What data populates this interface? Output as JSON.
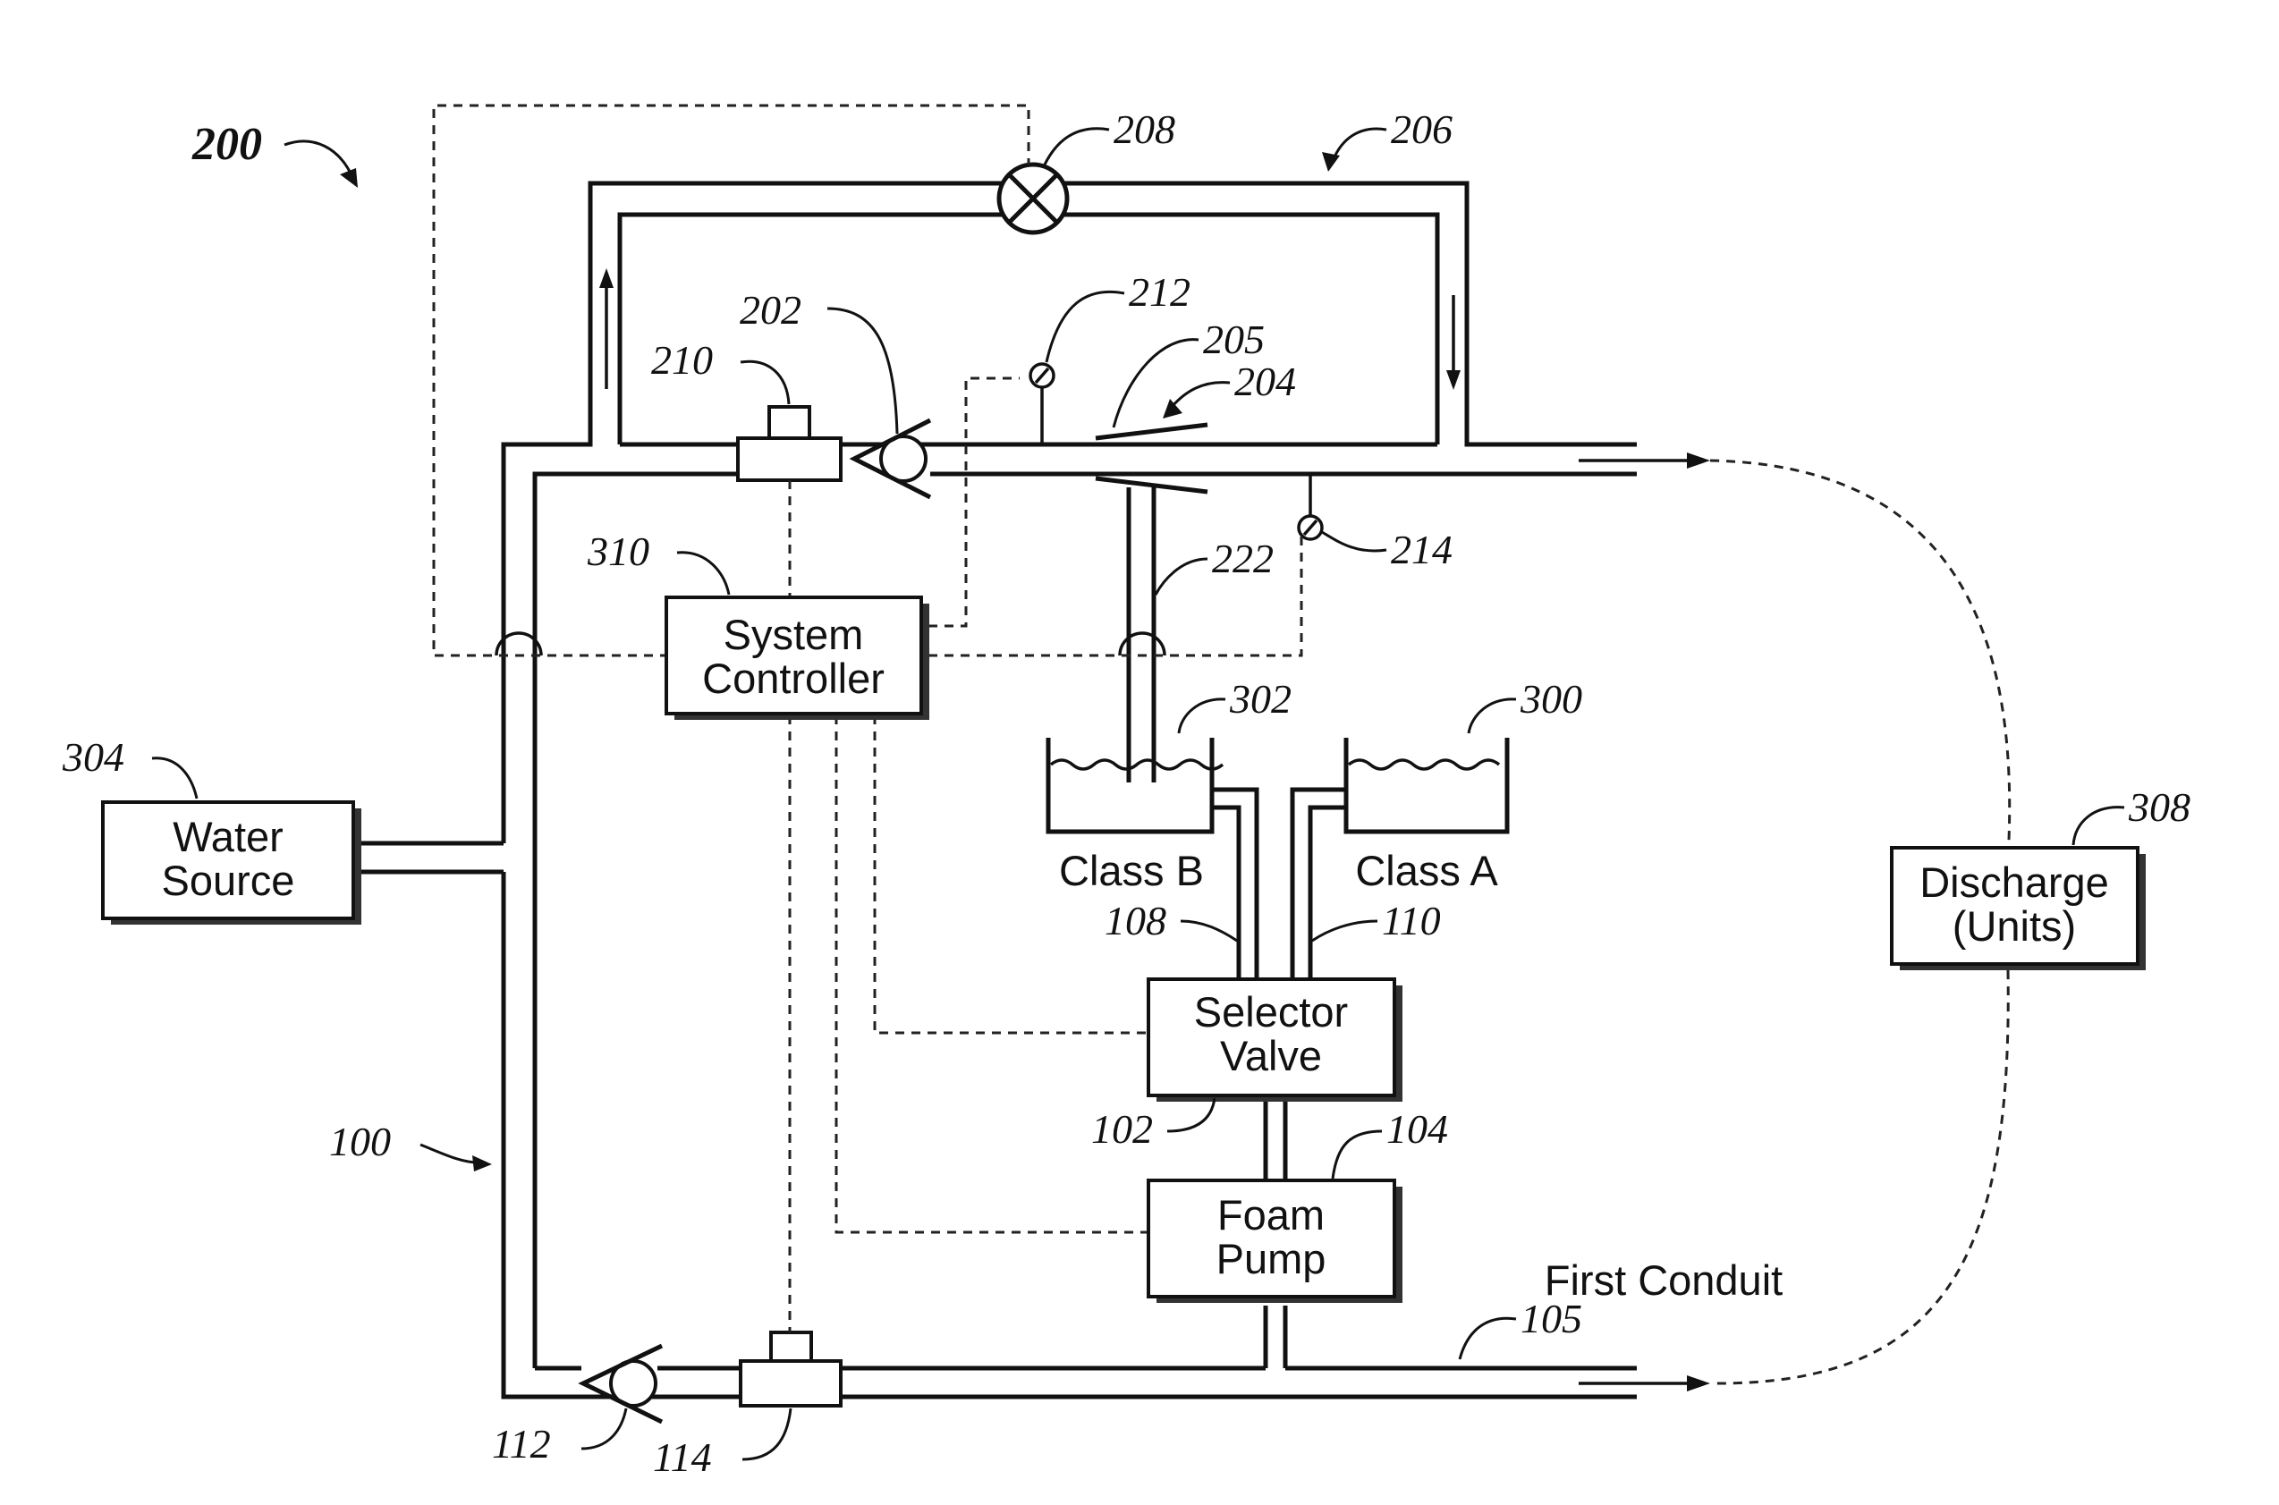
{
  "figure": {
    "ref": "200"
  },
  "components": {
    "system_controller": {
      "line1": "System",
      "line2": "Controller",
      "ref": "310"
    },
    "water_source": {
      "line1": "Water",
      "line2": "Source",
      "ref": "304"
    },
    "selector_valve": {
      "line1": "Selector",
      "line2": "Valve",
      "ref": "102"
    },
    "foam_pump": {
      "line1": "Foam",
      "line2": "Pump",
      "ref": "104"
    },
    "discharge": {
      "line1": "Discharge",
      "line2": "(Units)",
      "ref": "308"
    },
    "tank_class_b": {
      "label": "Class B",
      "ref": "302"
    },
    "tank_class_a": {
      "label": "Class A",
      "ref": "300"
    },
    "first_conduit": {
      "label": "First Conduit",
      "ref": "105"
    }
  },
  "refs": {
    "bypass_loop": "206",
    "bypass_valve": "208",
    "check_valve_top": "202",
    "flow_meter_top": "210",
    "sensor_212": "212",
    "injector": "205",
    "injector_arrow": "204",
    "sensor_214": "214",
    "foam_line_b": "222",
    "line_class_b": "108",
    "line_class_a": "110",
    "main_conduit": "100",
    "check_valve_bottom": "112",
    "flow_meter_bottom": "114"
  }
}
